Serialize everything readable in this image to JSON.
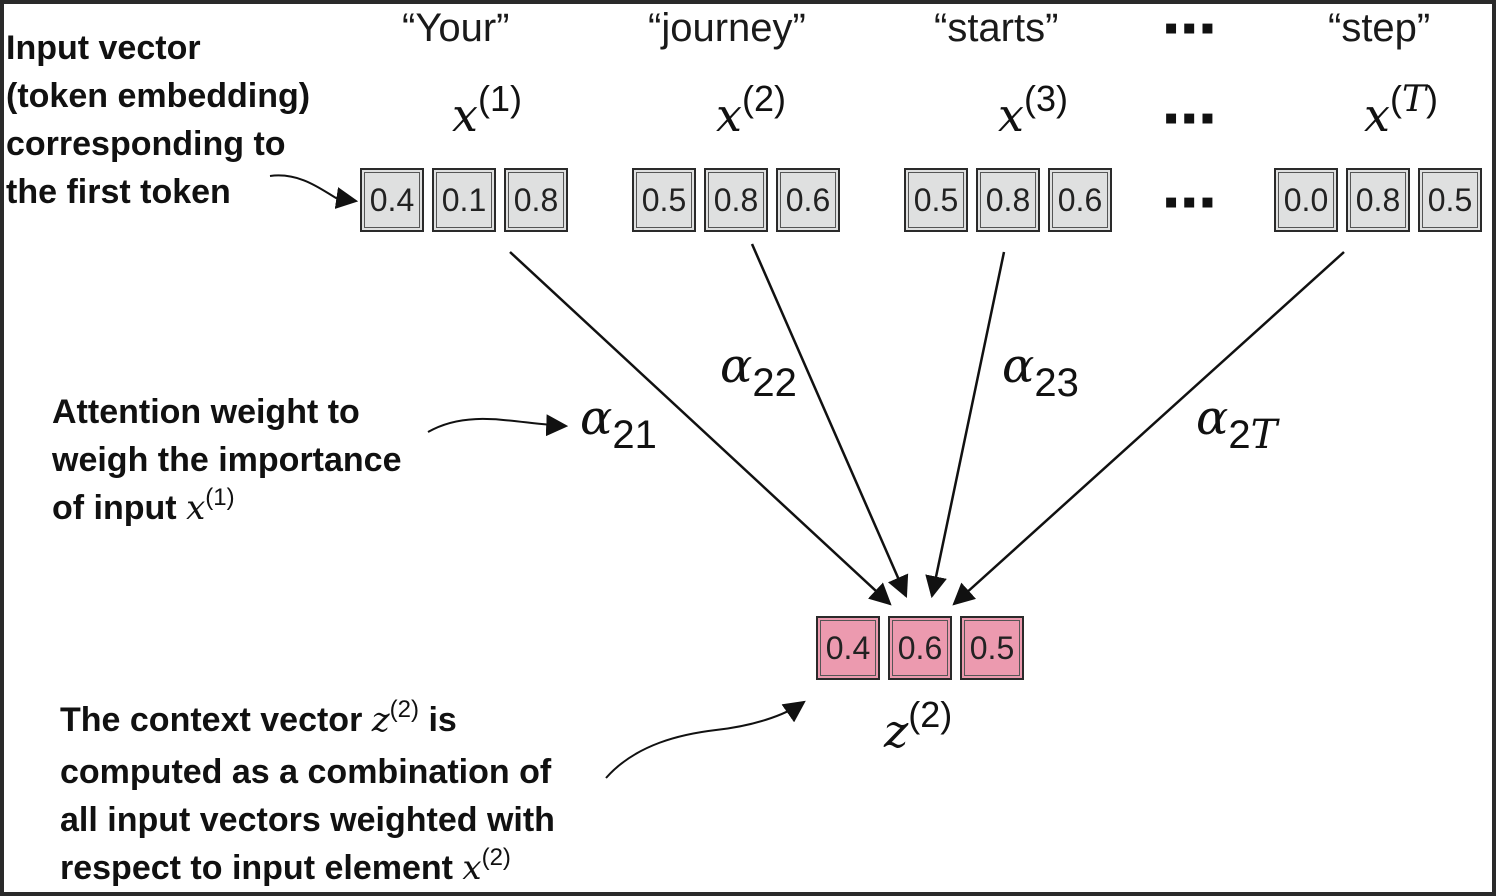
{
  "tokens": [
    {
      "word": "“Your”",
      "var": "x",
      "idx": "1",
      "values": [
        "0.4",
        "0.1",
        "0.8"
      ]
    },
    {
      "word": "“journey”",
      "var": "x",
      "idx": "2",
      "values": [
        "0.5",
        "0.8",
        "0.6"
      ]
    },
    {
      "word": "“starts”",
      "var": "x",
      "idx": "3",
      "values": [
        "0.5",
        "0.8",
        "0.6"
      ]
    },
    {
      "word": "“step”",
      "var": "x",
      "idx": "T",
      "values": [
        "0.0",
        "0.8",
        "0.5"
      ]
    }
  ],
  "ellipsis": "▪▪▪",
  "paren_open": "(",
  "paren_close": ")",
  "weights": [
    {
      "symbol": "α",
      "sub": "21"
    },
    {
      "symbol": "α",
      "sub": "22"
    },
    {
      "symbol": "α",
      "sub": "23"
    },
    {
      "symbol": "α",
      "sub_num": "2",
      "sub_var": "T"
    }
  ],
  "context": {
    "var": "z",
    "idx": "(2)",
    "values": [
      "0.4",
      "0.6",
      "0.5"
    ]
  },
  "annotations": {
    "input": {
      "lines": [
        "Input vector",
        "(token embedding)",
        "corresponding to",
        "the first token"
      ]
    },
    "weight": {
      "lines": [
        "Attention weight to",
        "weigh the importance"
      ],
      "line3_prefix": "of input ",
      "var": "x",
      "idx": "(1)"
    },
    "context": {
      "line1_prefix": "The context vector ",
      "line1_var": "z",
      "line1_idx": "(2)",
      "line1_suffix": " is",
      "lines": [
        "computed as a combination of",
        "all input vectors weighted with"
      ],
      "line4_prefix": "respect to input element ",
      "line4_var": "x",
      "line4_idx": "(2)"
    }
  },
  "colors": {
    "input_cell": "#dfe0e0",
    "context_cell": "#ec9aaf",
    "background": "#ffffff",
    "frame": "#2a2a2a"
  }
}
